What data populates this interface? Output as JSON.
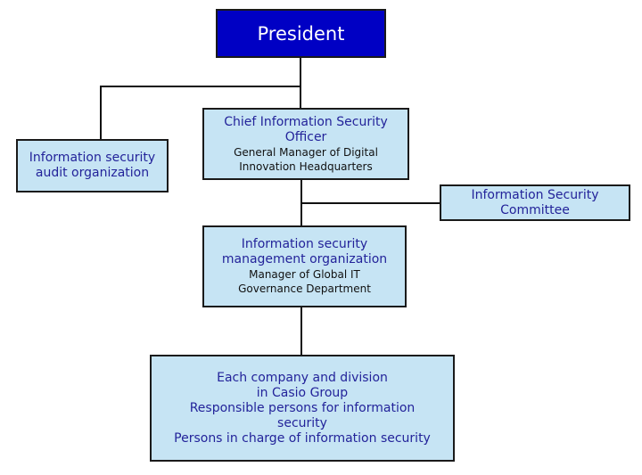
{
  "president": {
    "title": "President"
  },
  "audit": {
    "title_lines": [
      "Information security",
      "audit organization"
    ]
  },
  "ciso": {
    "title_lines": [
      "Chief Information Security",
      "Officer"
    ],
    "sub_lines": [
      "General Manager of Digital",
      "Innovation Headquarters"
    ]
  },
  "committee": {
    "title_lines": [
      "Information Security",
      "Committee"
    ]
  },
  "management": {
    "title_lines": [
      "Information security",
      "management organization"
    ],
    "sub_lines": [
      "Manager of Global IT",
      "Governance Department"
    ]
  },
  "companies": {
    "title_lines": [
      "Each company and division",
      "in Casio Group",
      "Responsible persons for  information",
      "security",
      "Persons in charge of information security"
    ]
  },
  "colors": {
    "president_fill": "#0000c4",
    "box_fill": "#c6e4f4",
    "text_blue": "#23239a"
  }
}
